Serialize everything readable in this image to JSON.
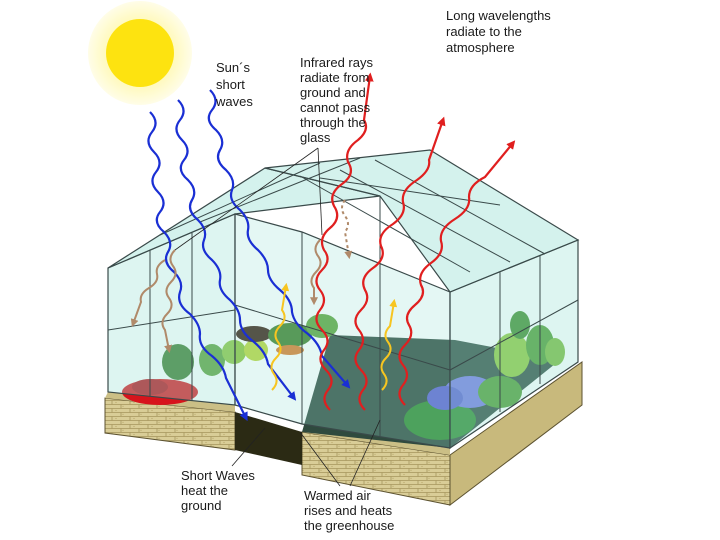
{
  "labels": {
    "sun_short_waves": [
      "Sun´s",
      "short",
      "waves"
    ],
    "infrared_rays": [
      "Infrared rays",
      "radiate from",
      "ground and",
      "cannot pass",
      "through the",
      "glass"
    ],
    "long_wavelengths": [
      "Long  wavelengths",
      "radiate to the",
      "atmosphere"
    ],
    "short_waves_heat": [
      "Short Waves",
      "heat the",
      "ground"
    ],
    "warmed_air": [
      "Warmed air",
      "rises and heats",
      "the greenhouse"
    ]
  },
  "colors": {
    "sun": "#fde310",
    "sun_glow": "#fff7a8",
    "short_wave": "#1a2fd4",
    "long_wave": "#e01f1f",
    "infrared_reflected": "#b08a6a",
    "warm_air": "#f7c520",
    "glass": "#9fe3d6",
    "glass_frame": "#3a4a4a",
    "brick": "#d6c891",
    "floor": "#2f4a3e"
  }
}
